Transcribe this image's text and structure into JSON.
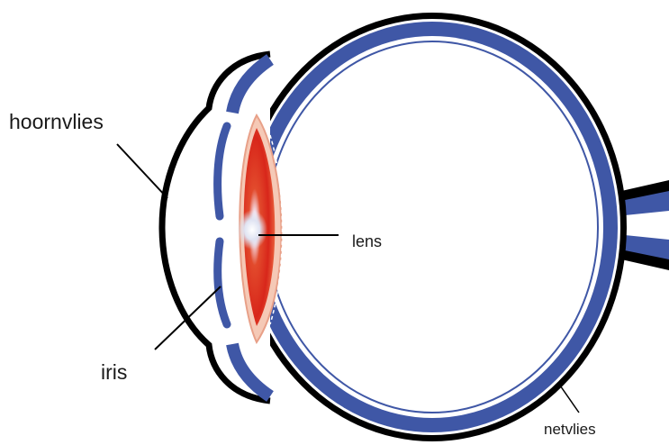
{
  "labels": {
    "cornea": "hoornvlies",
    "lens": "lens",
    "iris": "iris",
    "retina": "netvlies"
  },
  "colors": {
    "outline": "#000000",
    "choroid": "#3f57a6",
    "retina_line": "#ffffff",
    "lens_core": "#d8261a",
    "lens_glow": "#f2d0c2",
    "background": "#ffffff"
  }
}
